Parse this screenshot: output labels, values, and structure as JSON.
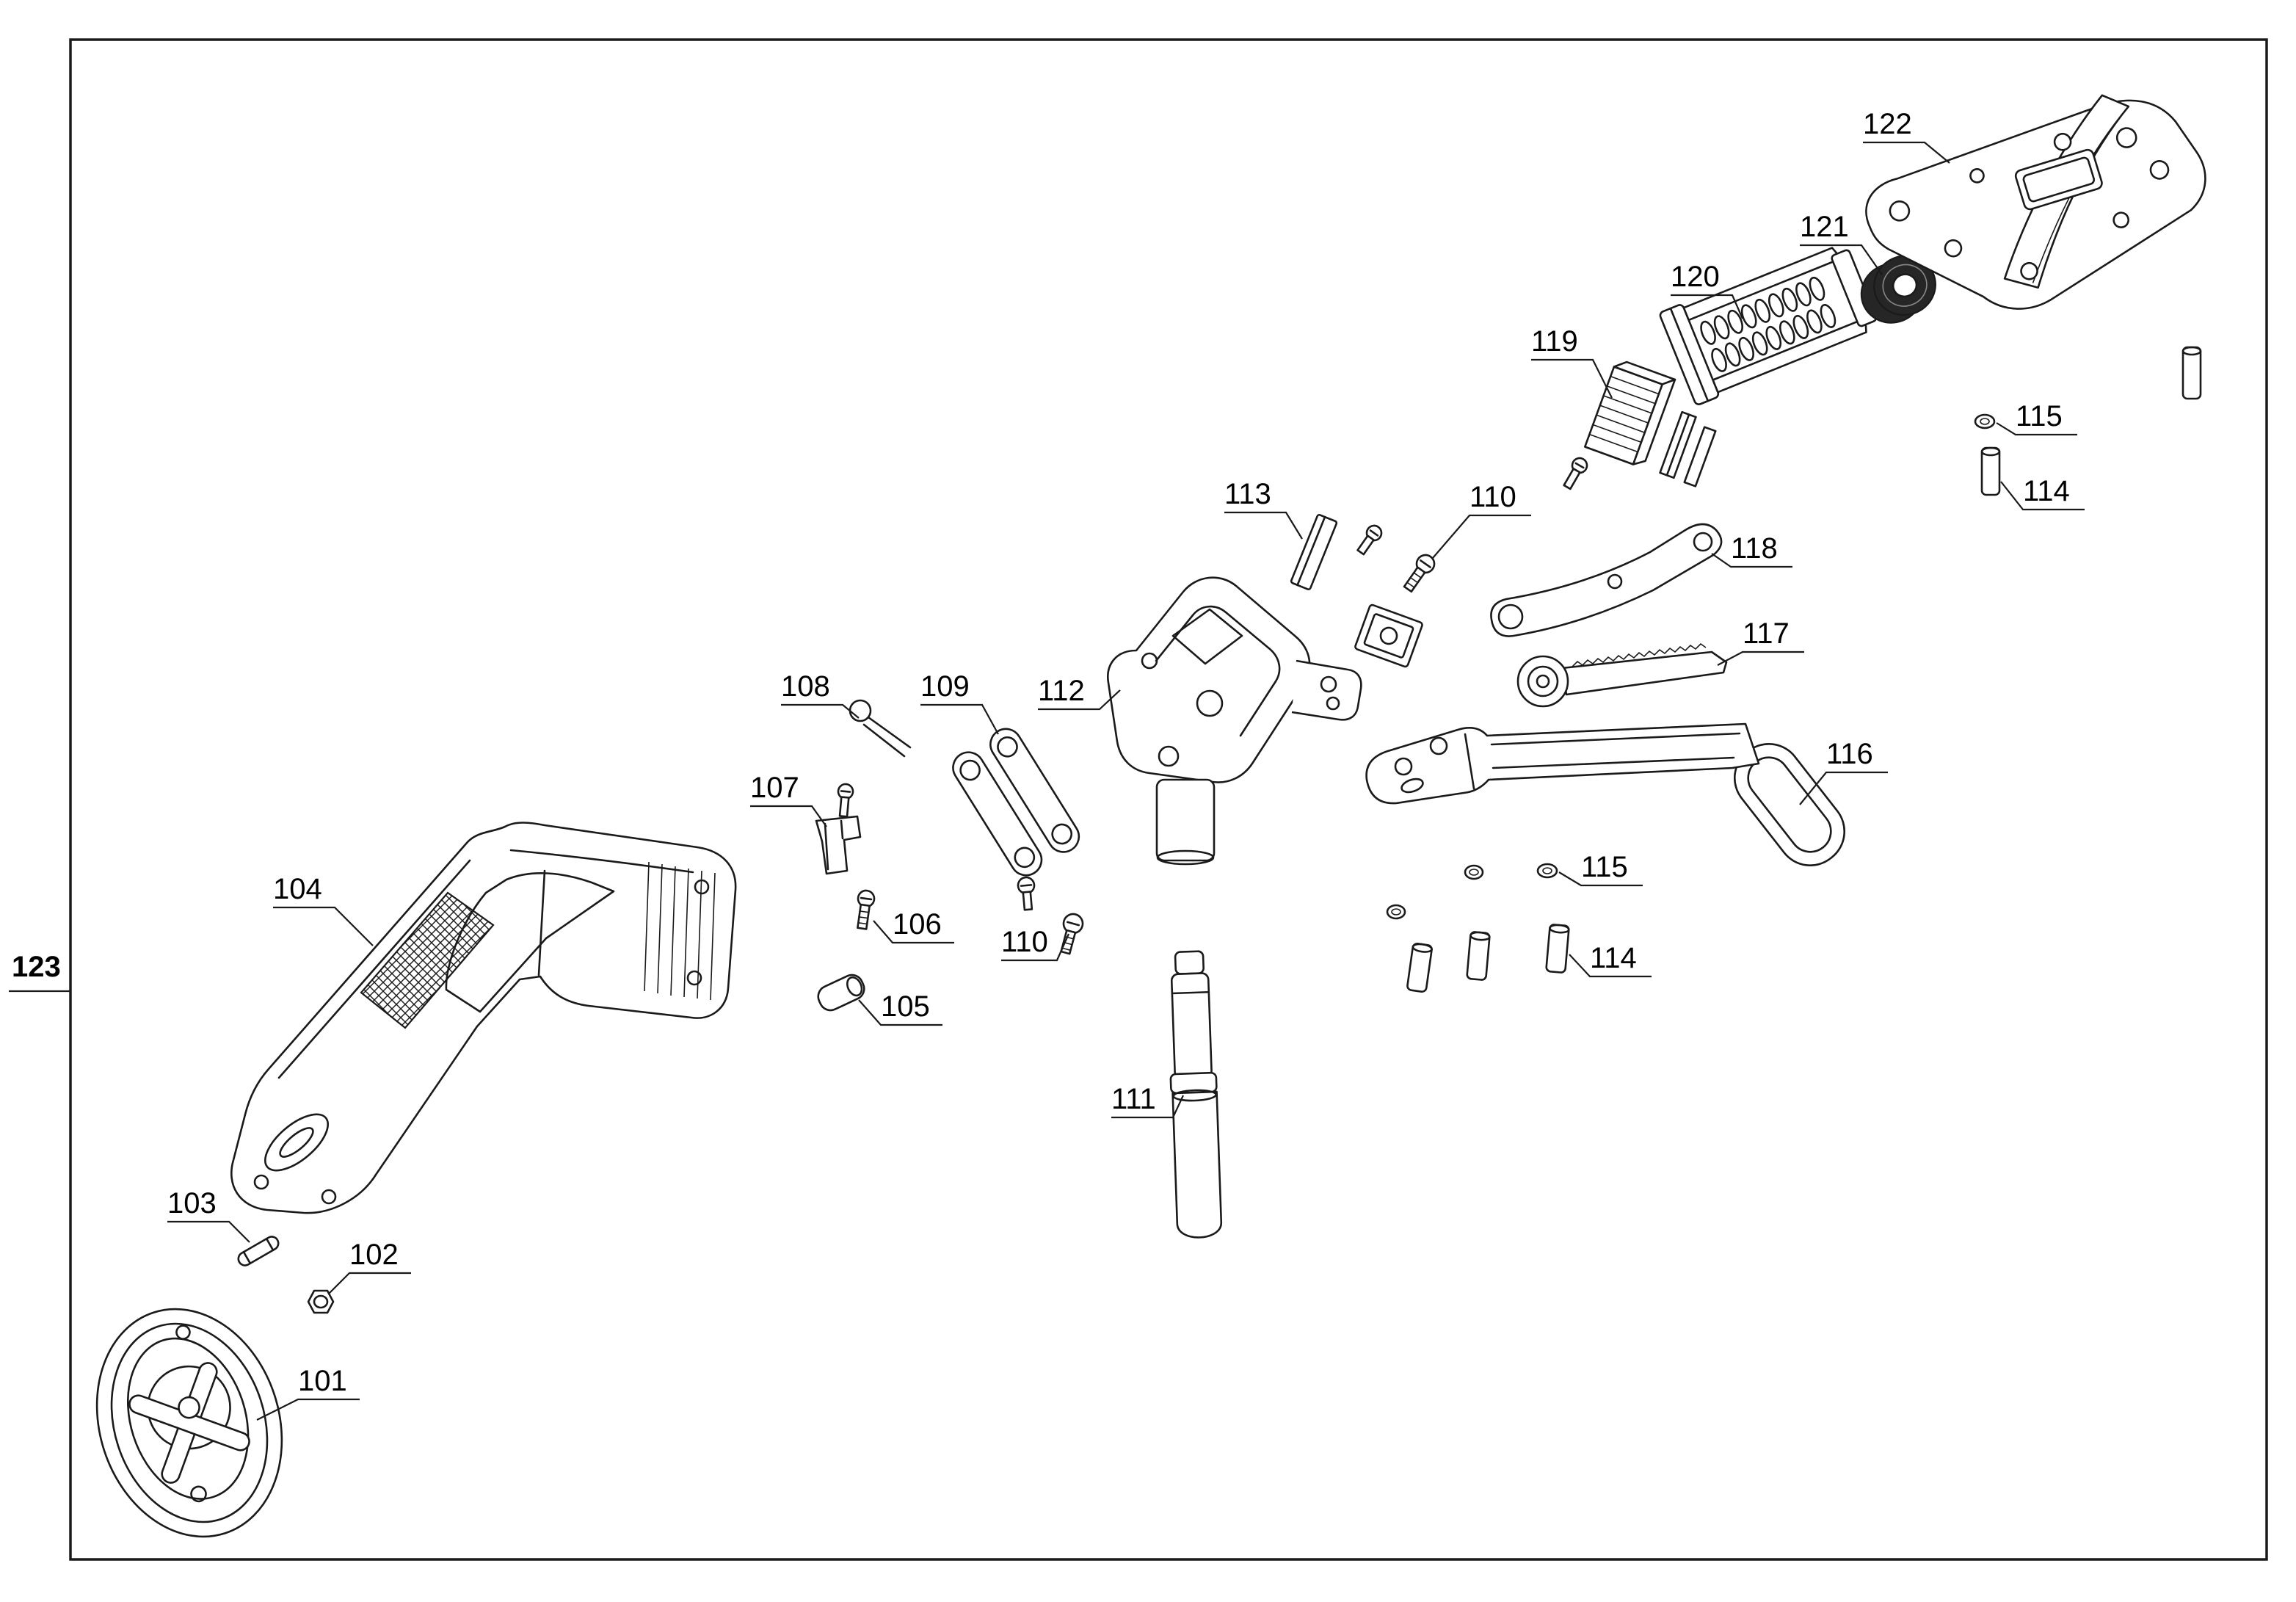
{
  "page": {
    "background_color": "#ffffff",
    "line_color": "#1a1a1a"
  },
  "diagram": {
    "type": "exploded-parts-view",
    "callouts": [
      {
        "id": "callout-101",
        "label": "101"
      },
      {
        "id": "callout-102",
        "label": "102"
      },
      {
        "id": "callout-103",
        "label": "103"
      },
      {
        "id": "callout-104",
        "label": "104"
      },
      {
        "id": "callout-105",
        "label": "105"
      },
      {
        "id": "callout-106",
        "label": "106"
      },
      {
        "id": "callout-107",
        "label": "107"
      },
      {
        "id": "callout-108",
        "label": "108"
      },
      {
        "id": "callout-109",
        "label": "109"
      },
      {
        "id": "callout-110-left",
        "label": "110"
      },
      {
        "id": "callout-110-right",
        "label": "110"
      },
      {
        "id": "callout-111",
        "label": "111"
      },
      {
        "id": "callout-112",
        "label": "112"
      },
      {
        "id": "callout-113",
        "label": "113"
      },
      {
        "id": "callout-114-bottom",
        "label": "114"
      },
      {
        "id": "callout-114-right",
        "label": "114"
      },
      {
        "id": "callout-115-bottom",
        "label": "115"
      },
      {
        "id": "callout-115-right",
        "label": "115"
      },
      {
        "id": "callout-116",
        "label": "116"
      },
      {
        "id": "callout-117",
        "label": "117"
      },
      {
        "id": "callout-118",
        "label": "118"
      },
      {
        "id": "callout-119",
        "label": "119"
      },
      {
        "id": "callout-120",
        "label": "120"
      },
      {
        "id": "callout-121",
        "label": "121"
      },
      {
        "id": "callout-122",
        "label": "122"
      },
      {
        "id": "callout-123-frame",
        "label": "123"
      }
    ]
  }
}
